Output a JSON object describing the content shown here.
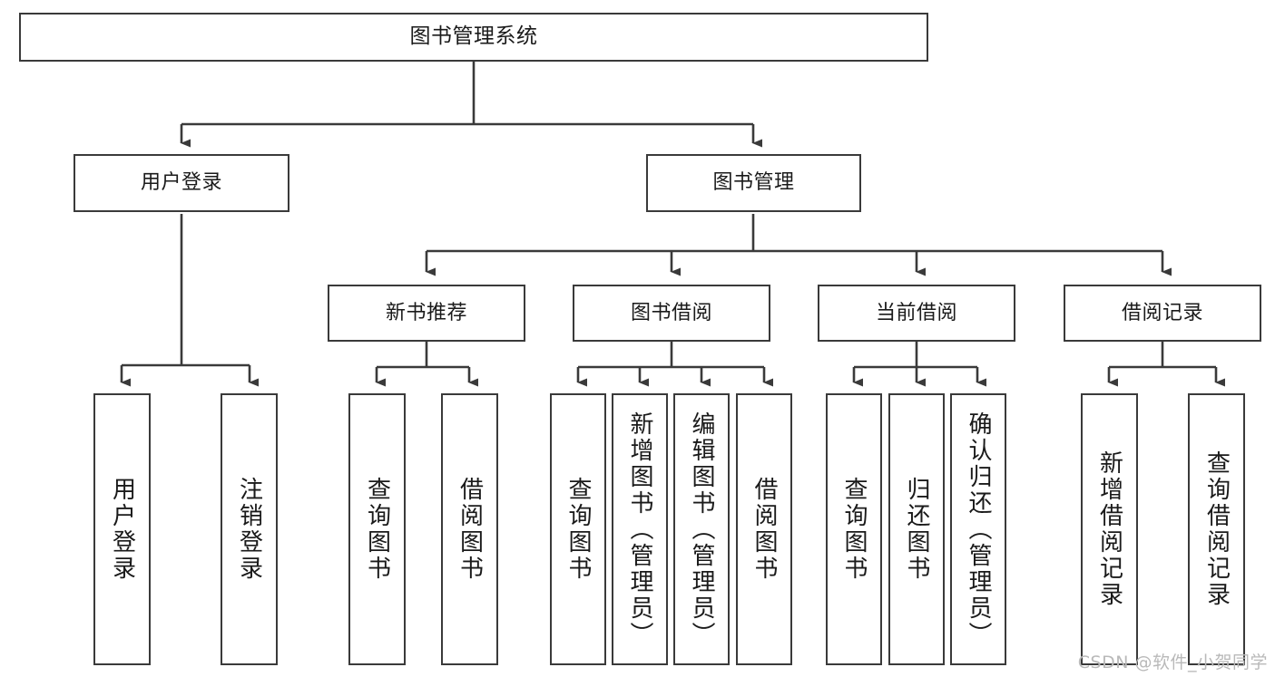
{
  "diagram": {
    "title": "图书管理系统",
    "watermark": "CSDN @软件_小贺同学",
    "colors": {
      "background": "#ffffff",
      "box_border": "#3a3a3a",
      "box_fill": "#ffffff",
      "text": "#1a1a1a",
      "connector": "#3a3a3a",
      "watermark": "#b9b9b9"
    },
    "root": {
      "label": "图书管理系统"
    },
    "level2": [
      {
        "label": "用户登录"
      },
      {
        "label": "图书管理"
      }
    ],
    "level3": [
      {
        "label": "新书推荐"
      },
      {
        "label": "图书借阅"
      },
      {
        "label": "当前借阅"
      },
      {
        "label": "借阅记录"
      }
    ],
    "leaves": {
      "user_login": [
        {
          "label": "用户登录"
        },
        {
          "label": "注销登录"
        }
      ],
      "new_book_recommend": [
        {
          "label": "查询图书"
        },
        {
          "label": "借阅图书"
        }
      ],
      "book_borrow": [
        {
          "label": "查询图书"
        },
        {
          "label": "新增图书（管理员）"
        },
        {
          "label": "编辑图书（管理员）"
        },
        {
          "label": "借阅图书"
        }
      ],
      "current_borrow": [
        {
          "label": "查询图书"
        },
        {
          "label": "归还图书"
        },
        {
          "label": "确认归还（管理员）"
        }
      ],
      "borrow_record": [
        {
          "label": "新增借阅记录"
        },
        {
          "label": "查询借阅记录"
        }
      ]
    }
  }
}
